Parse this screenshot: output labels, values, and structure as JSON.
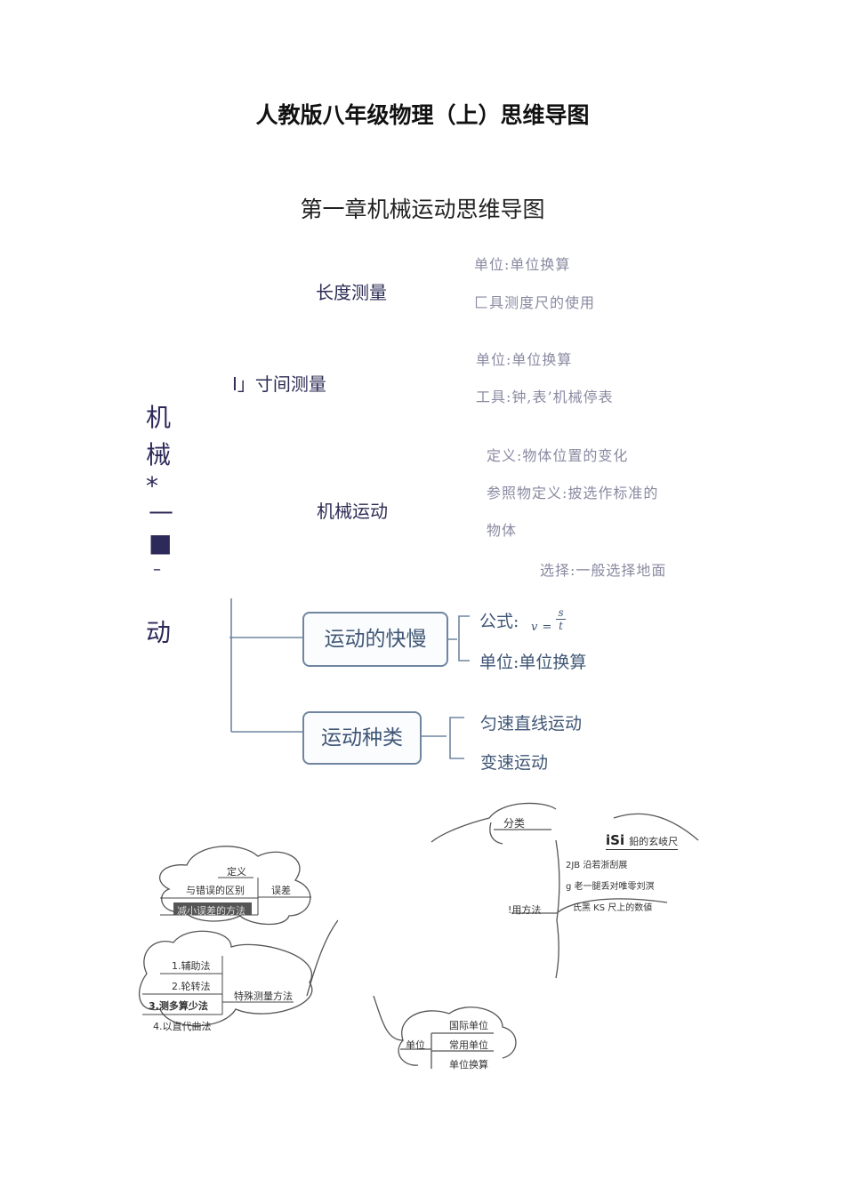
{
  "title": "人教版八年级物理（上）思维导图",
  "subtitle": "第一章机械运动思维导图",
  "vertical_label": [
    "机",
    "械",
    "*",
    "—",
    "■",
    "–",
    "动"
  ],
  "topics": {
    "length": {
      "label": "长度测量",
      "items": [
        "单位:单位换算",
        "匚具测度尺的使用"
      ]
    },
    "time": {
      "label": "I」寸间测量",
      "items": [
        "单位:单位换算",
        "工具:钟,表’机械停表"
      ]
    },
    "motion": {
      "label": "机械运动",
      "items": [
        "定义:物体位置的变化",
        "参照物定义:披选作标准的",
        "物体",
        "选择:一般选择地面"
      ]
    }
  },
  "diagram": {
    "speed": {
      "label": "运动的快慢",
      "formula_label": "公式:",
      "formula": {
        "v": "v",
        "eq": "=",
        "s": "s",
        "t": "t"
      },
      "unit": "单位:单位换算"
    },
    "types": {
      "label": "运动种类",
      "items": [
        "匀速直线运动",
        "变速运动"
      ]
    }
  },
  "cloud_left": {
    "error": {
      "center": "误差",
      "items": [
        "定义",
        "与错误的区别",
        "减小误差的方法"
      ]
    },
    "special": {
      "center": "特殊测量方法",
      "items": [
        "1.辅助法",
        "2.轮转法",
        "3.测多算少法",
        "4.以直代曲法"
      ]
    }
  },
  "cloud_right": {
    "top_label": "分类",
    "ruler_title_bold": "iSi",
    "ruler_title_rest": "鉛的玄岐尺",
    "usage_label": "!用方法",
    "usage_items": [
      "2JB 沿若浙刮展",
      "g 老一腿丢对唯零刘溟",
      "氏黑 KS 尺上的数値"
    ]
  },
  "cloud_unit": {
    "center": "单位",
    "items": [
      "国际单位",
      "常用单位",
      "单位换算"
    ]
  }
}
